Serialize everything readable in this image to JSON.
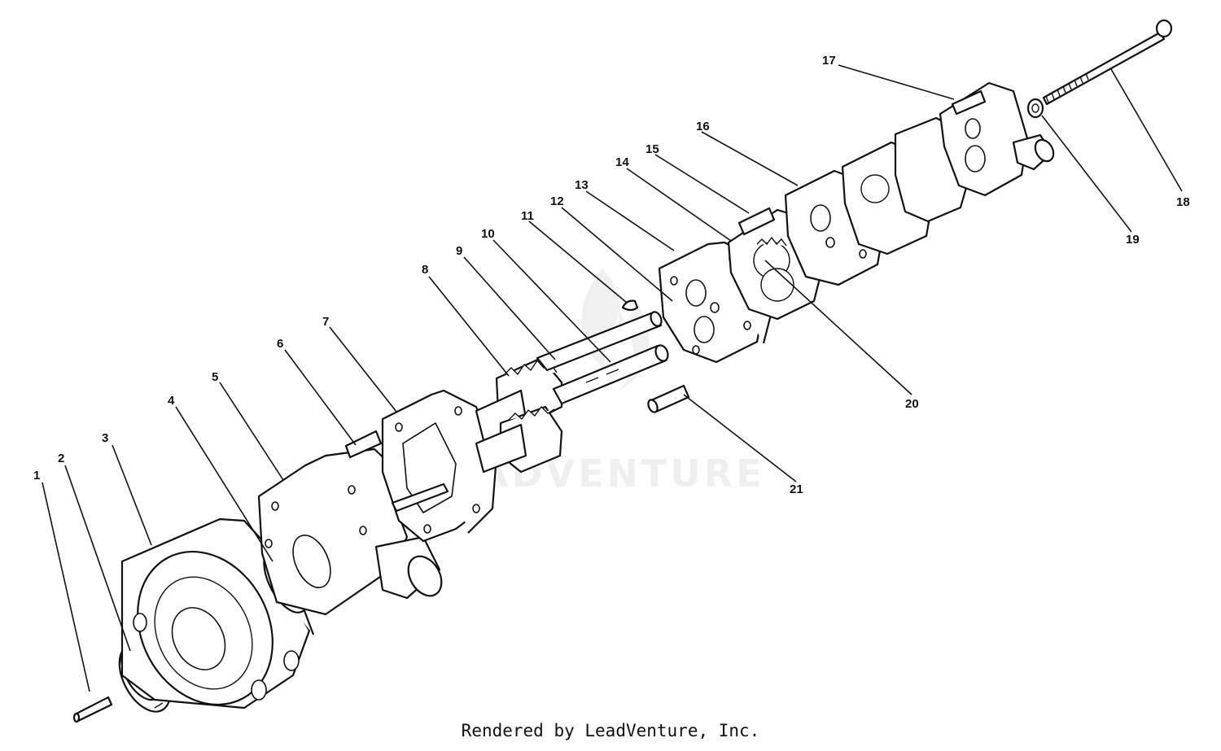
{
  "watermark": {
    "text": "LEADVENTURE"
  },
  "footer": {
    "credit": "Rendered by LeadVenture, Inc."
  },
  "callouts": [
    "1",
    "2",
    "3",
    "4",
    "5",
    "6",
    "7",
    "8",
    "9",
    "10",
    "11",
    "12",
    "13",
    "14",
    "15",
    "16",
    "17",
    "18",
    "19",
    "20",
    "21"
  ]
}
